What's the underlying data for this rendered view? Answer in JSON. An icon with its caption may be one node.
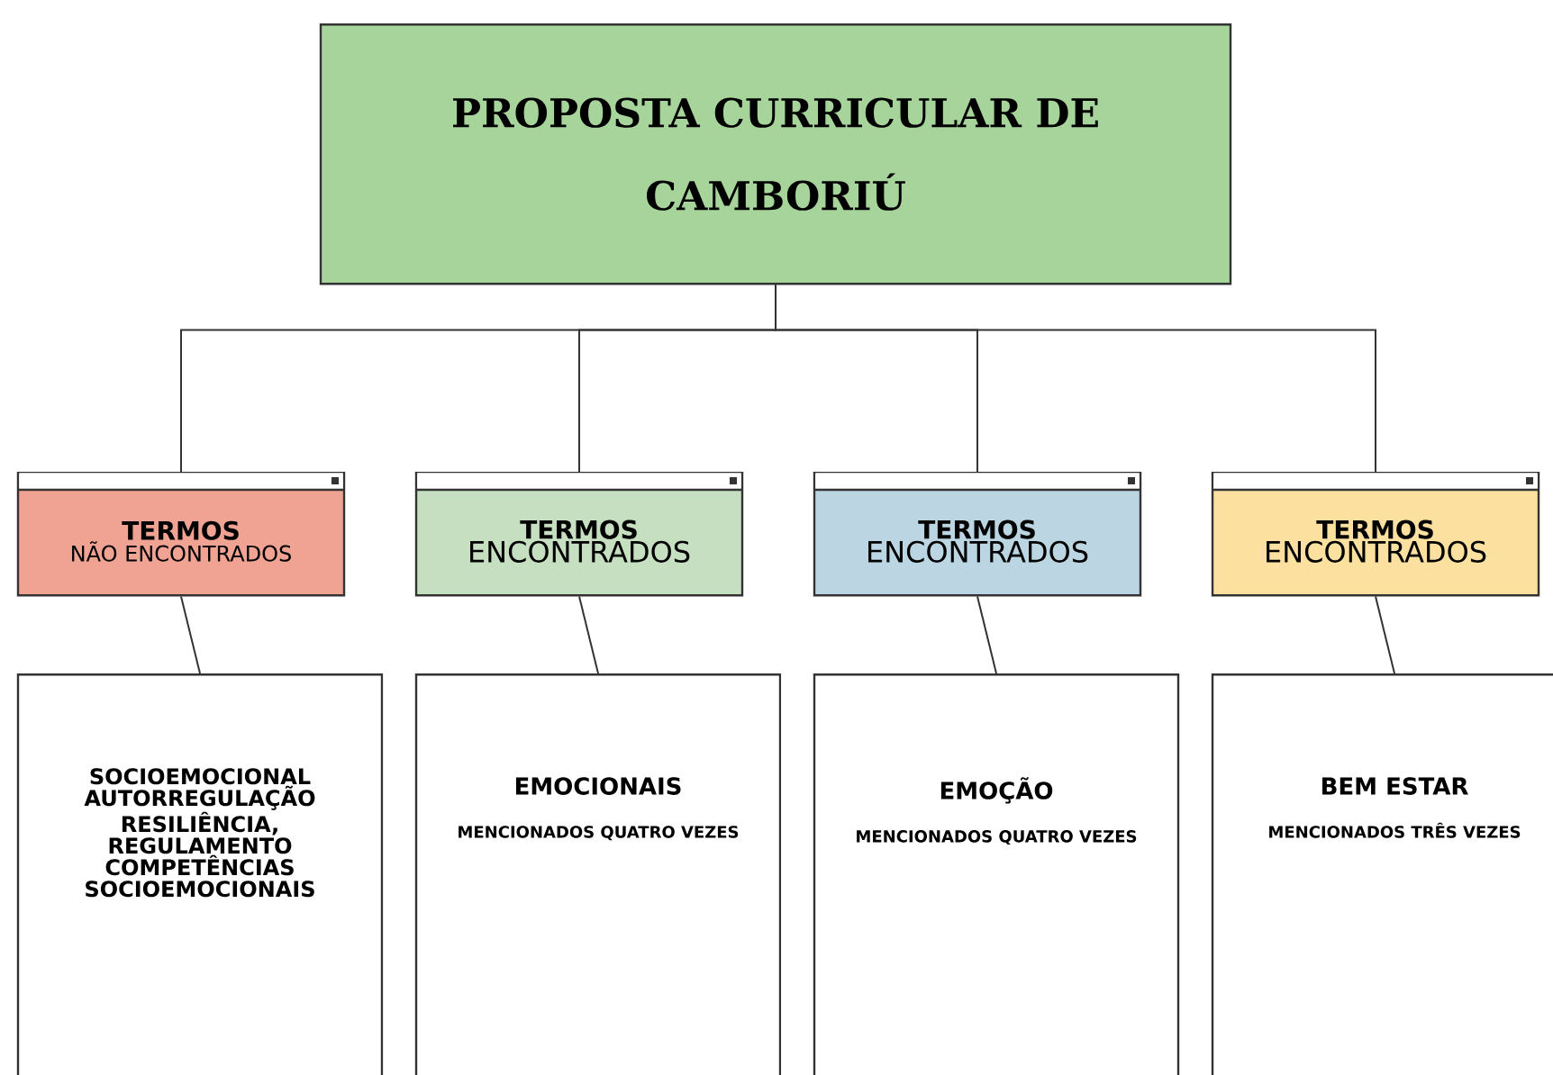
{
  "diagram": {
    "nodes": [
      {
        "text": [
          "PROPOSTA CURRICULAR DE CAMBORIÚ"
        ]
      },
      {
        "text": [
          "TERMOS",
          "NÃO ENCONTRADOS"
        ]
      },
      {
        "text": [
          "TERMOS",
          "ENCONTRADOS"
        ]
      },
      {
        "text": [
          "TERMOS",
          "ENCONTRADOS"
        ]
      },
      {
        "text": [
          "TERMOS",
          "ENCONTRADOS"
        ]
      },
      {
        "text": [
          "SOCIOEMOCIONAL AUTORREGULAÇÃO RESILIÊNCIA, REGULAMENTO COMPETÊNCIAS SOCIOEMOCIONAIS"
        ]
      },
      {
        "text": [
          "EMOCIONAIS",
          "MENCIONADOS QUATRO VEZES"
        ]
      },
      {
        "text": [
          "EMOÇÃO",
          "MENCIONADOS QUATRO VEZES"
        ]
      },
      {
        "text": [
          "BEM ESTAR",
          "MENCIONADOS TRÊS VEZES"
        ]
      }
    ],
    "edges": [
      {
        "from": 0,
        "to": 1,
        "arrow": "none"
      },
      {
        "from": 0,
        "to": 2,
        "arrow": "none"
      },
      {
        "from": 0,
        "to": 3,
        "arrow": "none"
      },
      {
        "from": 0,
        "to": 4,
        "arrow": "none"
      },
      {
        "from": 1,
        "to": 5,
        "arrow": "none"
      },
      {
        "from": 2,
        "to": 6,
        "arrow": "none"
      },
      {
        "from": 3,
        "to": 7,
        "arrow": "none"
      },
      {
        "from": 4,
        "to": 8,
        "arrow": "none"
      }
    ]
  }
}
